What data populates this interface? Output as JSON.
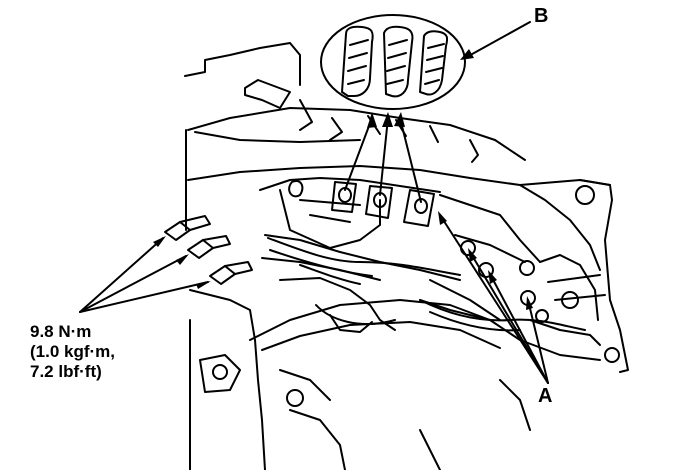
{
  "labels": {
    "a": "A",
    "b": "B"
  },
  "torque_spec": {
    "line1": "9.8 N·m",
    "line2": "(1.0 kgf·m,",
    "line3": "7.2 lbf·ft)"
  }
}
